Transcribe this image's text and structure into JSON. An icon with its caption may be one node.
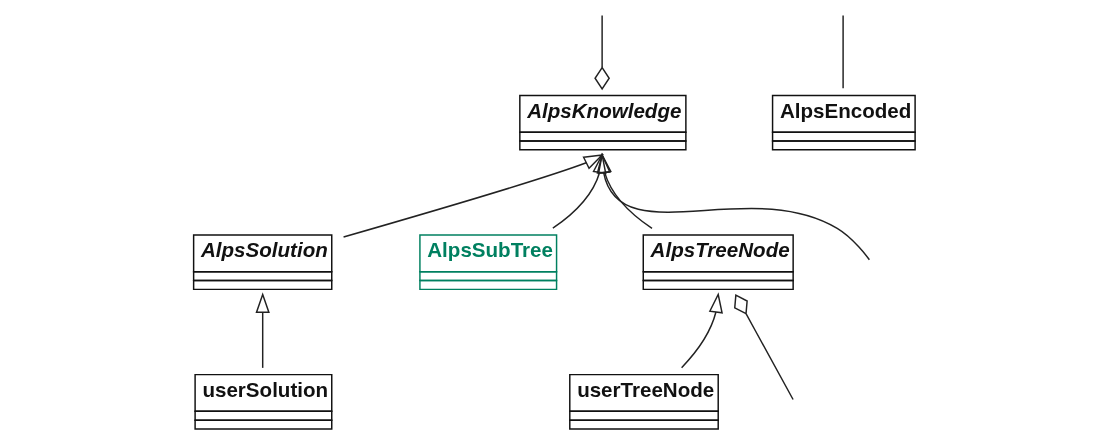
{
  "diagram": {
    "nodes": [
      {
        "text": [
          "AlpsKnowledge"
        ]
      },
      {
        "text": [
          "AlpsEncoded"
        ]
      },
      {
        "text": [
          "AlpsSolution"
        ]
      },
      {
        "text": [
          "AlpsSubTree"
        ]
      },
      {
        "text": [
          "AlpsTreeNode"
        ]
      },
      {
        "text": [
          "userSolution"
        ]
      },
      {
        "text": [
          "userTreeNode"
        ]
      }
    ],
    "edges": [
      {
        "from": 1,
        "to": null,
        "arrow": "none"
      },
      {
        "from": 2,
        "to": 0,
        "arrow": "to"
      },
      {
        "from": 3,
        "to": 0,
        "arrow": "to"
      },
      {
        "from": 4,
        "to": 0,
        "arrow": "to"
      },
      {
        "from": null,
        "to": 0,
        "arrow": "to"
      },
      {
        "from": 0,
        "to": null,
        "arrow": "other"
      },
      {
        "from": 5,
        "to": 2,
        "arrow": "to"
      },
      {
        "from": 6,
        "to": 4,
        "arrow": "to"
      },
      {
        "from": null,
        "to": 4,
        "arrow": "other"
      }
    ]
  }
}
